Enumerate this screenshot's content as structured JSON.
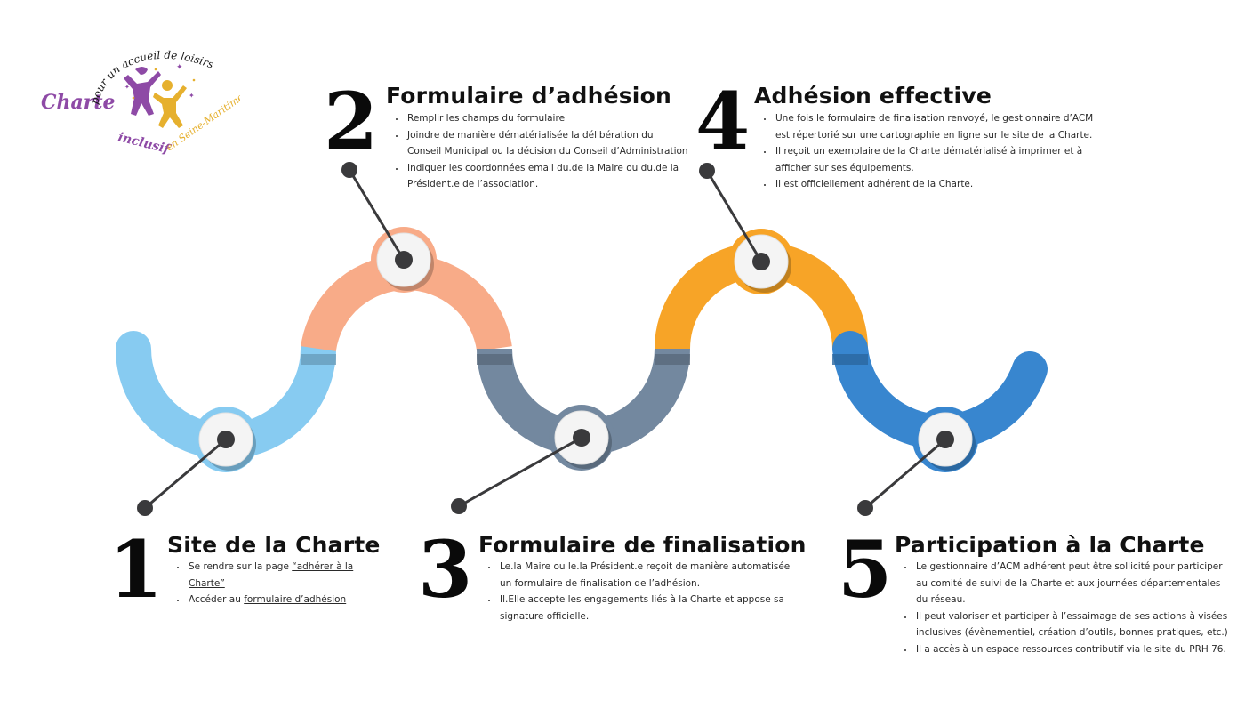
{
  "logo": {
    "word_charte": "Charte",
    "arc_top": "pour un accueil de loisirs",
    "word_inclusif": "inclusif",
    "word_region": "en Seine-Maritime",
    "colors": {
      "purple": "#8e4aa6",
      "gold": "#e6b02e"
    }
  },
  "colors": {
    "segment1": "#87cbf1",
    "segment2": "#f8ab88",
    "segment3": "#73889f",
    "segment4": "#f7a427",
    "segment5": "#3886cf",
    "node_fill": "#f4f4f4",
    "pin": "#3a3a3c"
  },
  "steps": [
    {
      "number": "1",
      "title": "Site de la Charte",
      "bullets": [
        {
          "parts": [
            {
              "text": "Se rendre sur la page "
            },
            {
              "text": "“adhérer à la Charte”",
              "link": true
            }
          ]
        },
        {
          "parts": [
            {
              "text": "Accéder au "
            },
            {
              "text": "formulaire d’adhésion",
              "link": true
            }
          ]
        }
      ]
    },
    {
      "number": "2",
      "title": "Formulaire d’adhésion",
      "bullets": [
        {
          "parts": [
            {
              "text": "Remplir les champs du formulaire"
            }
          ]
        },
        {
          "parts": [
            {
              "text": "Joindre de manière dématérialisée la délibération du Conseil Municipal ou la décision du Conseil d’Administration"
            }
          ]
        },
        {
          "parts": [
            {
              "text": "Indiquer les coordonnées email du.de la Maire ou du.de la Président.e de l’association."
            }
          ]
        }
      ]
    },
    {
      "number": "3",
      "title": "Formulaire de finalisation",
      "bullets": [
        {
          "parts": [
            {
              "text": "Le.la Maire ou le.la Président.e reçoit de manière automatisée un formulaire de finalisation de l’adhésion."
            }
          ]
        },
        {
          "parts": [
            {
              "text": "Il.Elle accepte les engagements liés à la Charte et appose sa signature officielle."
            }
          ]
        }
      ]
    },
    {
      "number": "4",
      "title": "Adhésion effective",
      "bullets": [
        {
          "parts": [
            {
              "text": "Une fois le formulaire de finalisation renvoyé, le gestionnaire d’ACM est répertorié sur une cartographie en ligne sur le site de la Charte."
            }
          ]
        },
        {
          "parts": [
            {
              "text": "Il reçoit un exemplaire de la Charte dématérialisé à imprimer et à afficher sur ses équipements."
            }
          ]
        },
        {
          "parts": [
            {
              "text": "Il est officiellement adhérent de la Charte."
            }
          ]
        }
      ]
    },
    {
      "number": "5",
      "title": "Participation à la Charte",
      "bullets": [
        {
          "parts": [
            {
              "text": "Le gestionnaire d’ACM adhérent peut être sollicité pour participer au comité de suivi de la Charte et aux journées départementales du réseau."
            }
          ]
        },
        {
          "parts": [
            {
              "text": "Il peut valoriser et participer à l’essaimage de ses actions à visées inclusives (évènementiel, création d’outils, bonnes pratiques, etc.)"
            }
          ]
        },
        {
          "parts": [
            {
              "text": "Il a accès à un espace ressources contributif via le site du PRH 76."
            }
          ]
        }
      ]
    }
  ]
}
